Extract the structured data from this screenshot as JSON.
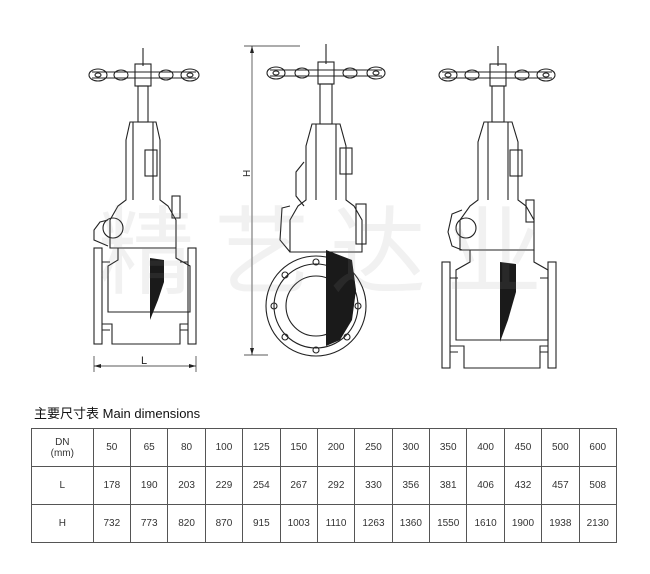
{
  "drawing": {
    "dim_H": "H",
    "dim_L": "L"
  },
  "watermark": "精艺达业",
  "table": {
    "title": "主要尺寸表 Main dimensions",
    "rows": [
      {
        "label": "DN\n(mm)",
        "cells": [
          "50",
          "65",
          "80",
          "100",
          "125",
          "150",
          "200",
          "250",
          "300",
          "350",
          "400",
          "450",
          "500",
          "600"
        ]
      },
      {
        "label": "L",
        "cells": [
          "178",
          "190",
          "203",
          "229",
          "254",
          "267",
          "292",
          "330",
          "356",
          "381",
          "406",
          "432",
          "457",
          "508"
        ]
      },
      {
        "label": "H",
        "cells": [
          "732",
          "773",
          "820",
          "870",
          "915",
          "1003",
          "1110",
          "1263",
          "1360",
          "1550",
          "1610",
          "1900",
          "1938",
          "2130"
        ]
      }
    ]
  }
}
